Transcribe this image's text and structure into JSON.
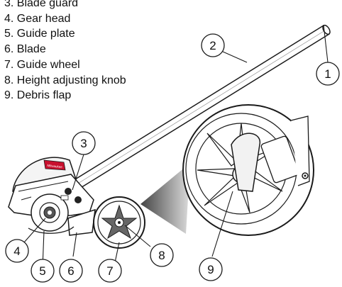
{
  "legend": [
    "3. Blade guard",
    "4. Gear head",
    "5. Guide plate",
    "6. Blade",
    "7. Guide wheel",
    "8. Height adjusting knob",
    "9. Debris flap"
  ],
  "callouts": [
    "1",
    "2",
    "3",
    "4",
    "5",
    "6",
    "7",
    "8",
    "9"
  ],
  "brand_label": "Milwaukee",
  "colors": {
    "line": "#1a1a1a",
    "guard_fill": "#f4f4f4",
    "shadow_start": "#444444",
    "shadow_end": "#dddddd",
    "brand_red": "#c8102e"
  }
}
